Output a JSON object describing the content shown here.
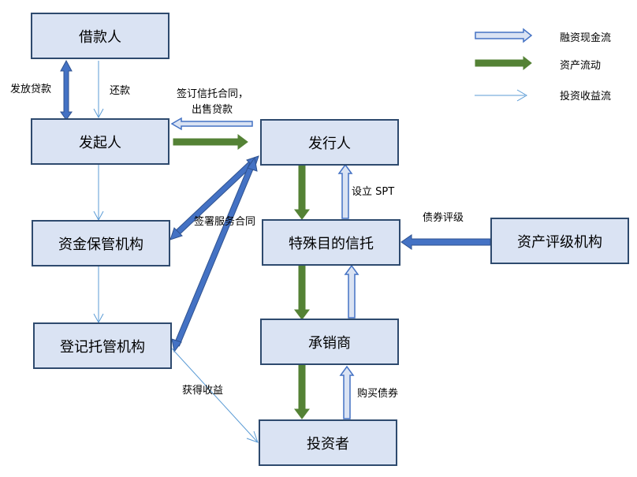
{
  "nodes": {
    "borrower": "借款人",
    "originator": "发起人",
    "issuer": "发行人",
    "custodian": "资金保管机构",
    "spt": "特殊目的信托",
    "rating": "资产评级机构",
    "registry": "登记托管机构",
    "underwriter": "承销商",
    "investor": "投资者"
  },
  "edge_labels": {
    "lend": "发放贷款",
    "repay": "还款",
    "sign_trust_1": "签订信托合同，",
    "sign_trust_2": "出售贷款",
    "setup_spt": "设立 SPT",
    "bond_rating": "债券评级",
    "sign_service": "签署服务合同",
    "get_income": "获得收益",
    "buy_bonds": "购买债券"
  },
  "legend": {
    "financing_flow": "融资现金流",
    "asset_flow": "资产流动",
    "income_flow": "投资收益流"
  },
  "colors": {
    "box_fill": "#dae3f3",
    "box_border": "#2e4a6e",
    "blue_arrow": "#4472c4",
    "blue_edge": "#2f528f",
    "green_arrow": "#548235",
    "light_fill": "#dae3f3",
    "thin_arrow": "#5b9bd5"
  }
}
